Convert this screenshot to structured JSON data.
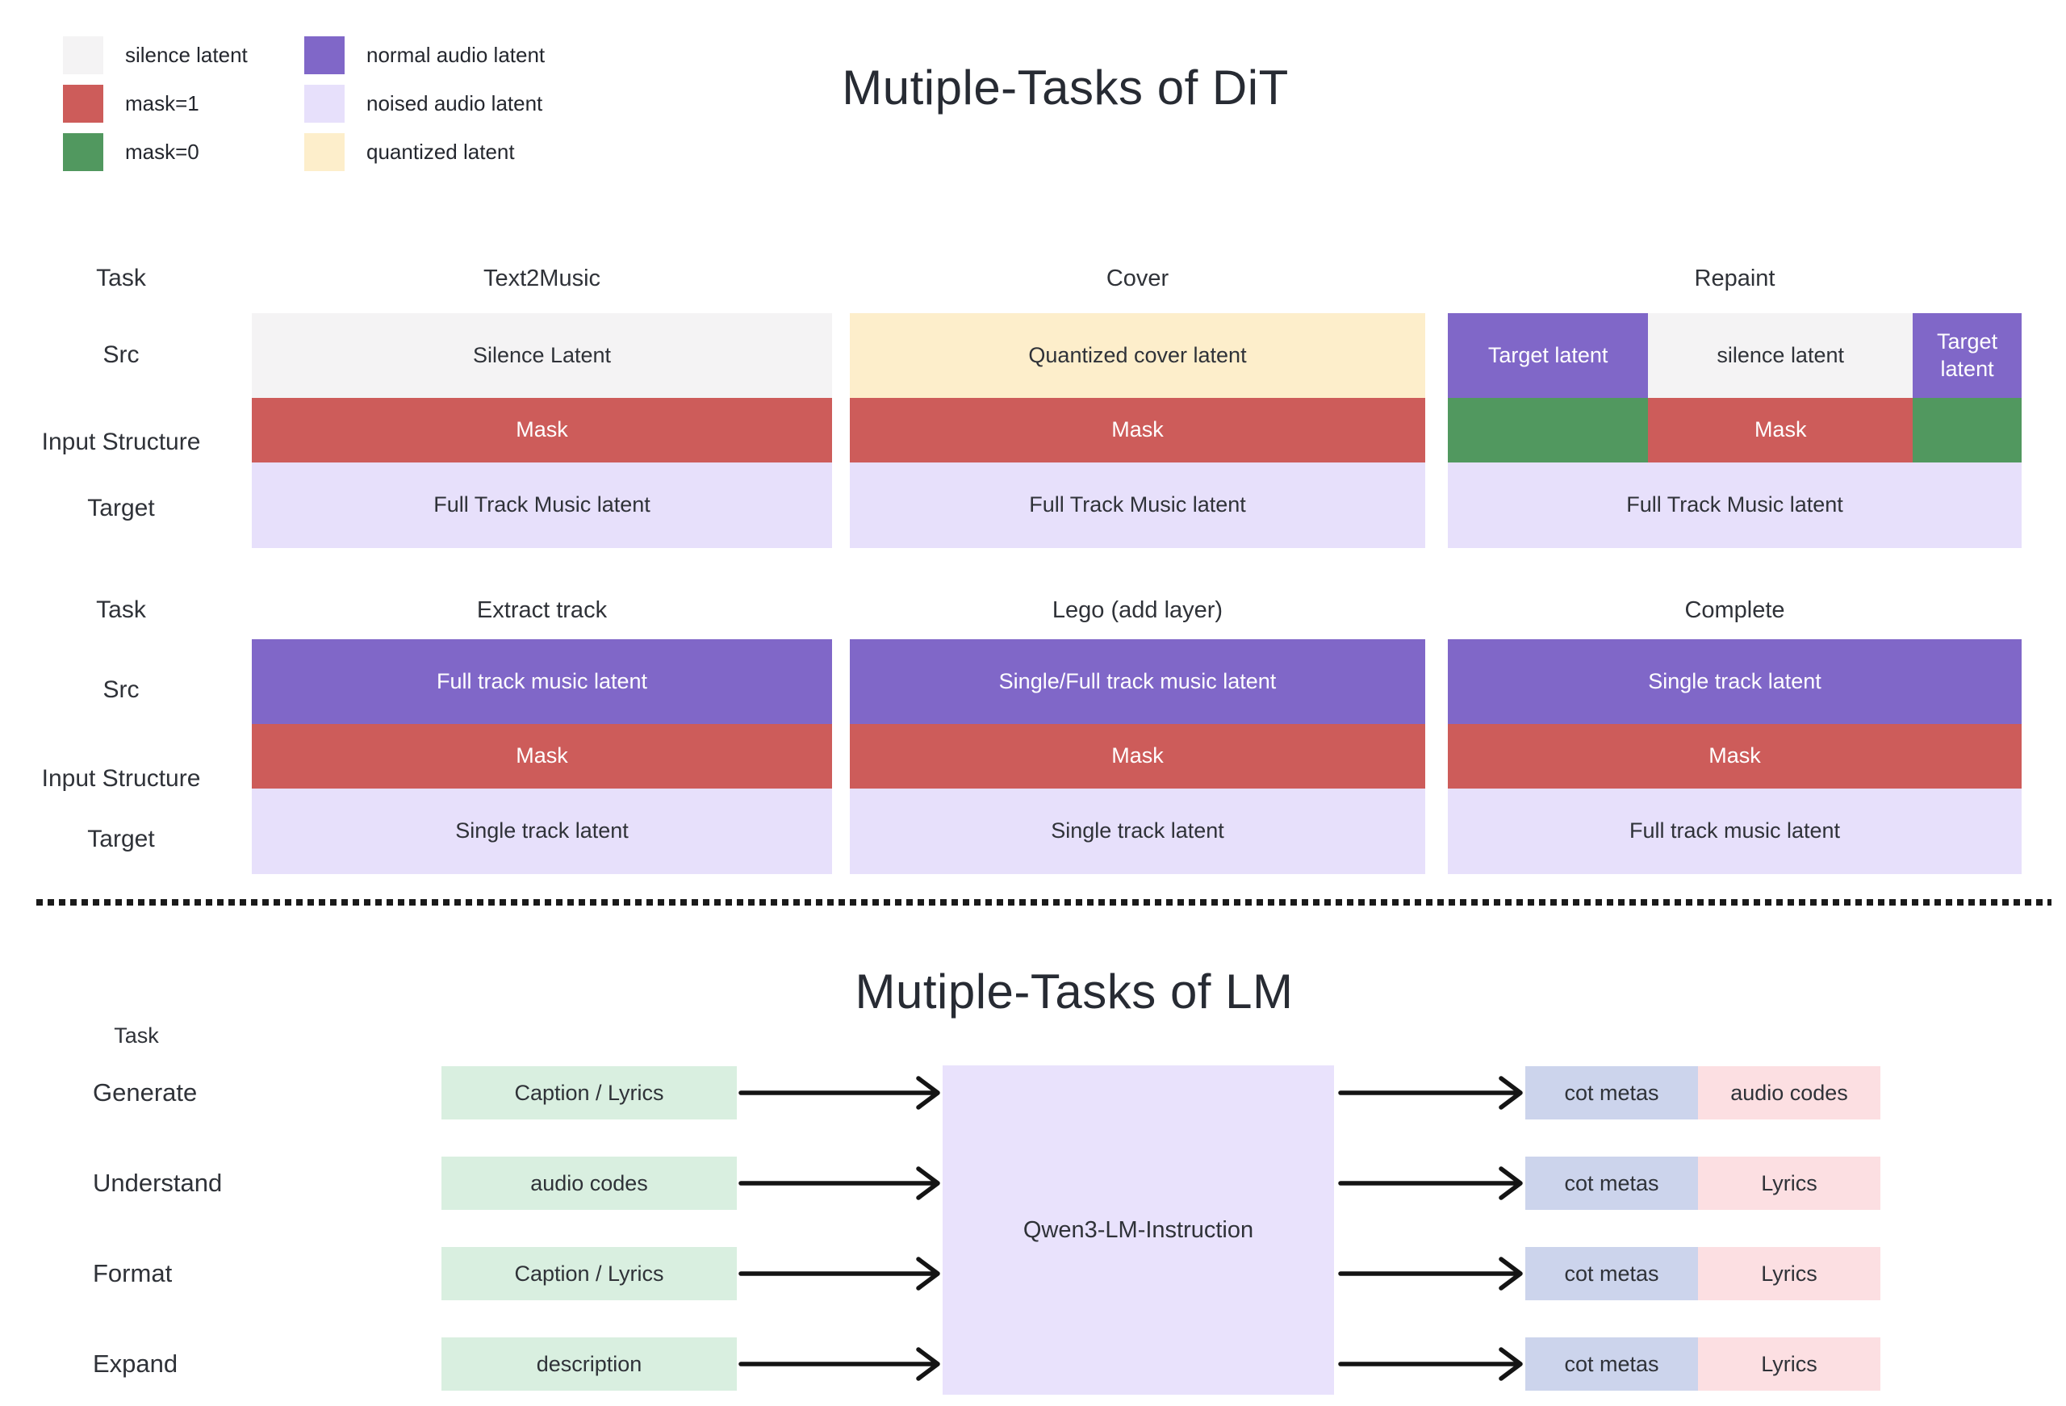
{
  "palette": {
    "silence": "#f4f3f4",
    "mask1": "#cd5c5a",
    "mask0": "#51985f",
    "normal": "#8067c8",
    "noised": "#e7e0fb",
    "quantized": "#fdeecb",
    "lm_input_green": "#d9efe0",
    "cot_blue": "#ccd4ec",
    "out_pink": "#fcdfe2",
    "lm_center": "#e9e2fc",
    "text_dark": "#2f3238",
    "text_light": "#ffffff",
    "arrow": "#141414"
  },
  "legend": {
    "columns": [
      [
        {
          "label": "silence latent",
          "color": "silence"
        },
        {
          "label": "mask=1",
          "color": "mask1"
        },
        {
          "label": "mask=0",
          "color": "mask0"
        }
      ],
      [
        {
          "label": "normal audio latent",
          "color": "normal"
        },
        {
          "label": "noised audio latent",
          "color": "noised"
        },
        {
          "label": "quantized latent",
          "color": "quantized"
        }
      ]
    ]
  },
  "dit": {
    "title": "Mutiple-Tasks of DiT",
    "row_labels": [
      "Task",
      "Src",
      "Input Structure",
      "Target"
    ],
    "groups": [
      {
        "tasks": [
          {
            "title": "Text2Music",
            "src": [
              {
                "text": "Silence Latent",
                "color": "silence",
                "flex": 1
              }
            ],
            "mask": [
              {
                "text": "Mask",
                "color": "mask1",
                "flex": 1
              }
            ],
            "target": [
              {
                "text": "Full Track Music latent",
                "color": "noised",
                "flex": 1
              }
            ]
          },
          {
            "title": "Cover",
            "src": [
              {
                "text": "Quantized cover latent",
                "color": "quantized",
                "flex": 1
              }
            ],
            "mask": [
              {
                "text": "Mask",
                "color": "mask1",
                "flex": 1
              }
            ],
            "target": [
              {
                "text": "Full Track Music latent",
                "color": "noised",
                "flex": 1
              }
            ]
          },
          {
            "title": "Repaint",
            "src": [
              {
                "text": "Target latent",
                "color": "normal",
                "flex": 0.35
              },
              {
                "text": "silence latent",
                "color": "silence",
                "flex": 0.468
              },
              {
                "text": "Target latent",
                "color": "normal",
                "flex": 0.182
              }
            ],
            "mask": [
              {
                "text": "",
                "color": "mask0",
                "flex": 0.35
              },
              {
                "text": "Mask",
                "color": "mask1",
                "flex": 0.468
              },
              {
                "text": "",
                "color": "mask0",
                "flex": 0.182
              }
            ],
            "target": [
              {
                "text": "Full Track Music latent",
                "color": "noised",
                "flex": 1
              }
            ]
          }
        ]
      },
      {
        "tasks": [
          {
            "title": "Extract track",
            "src": [
              {
                "text": "Full track music latent",
                "color": "normal",
                "flex": 1
              }
            ],
            "mask": [
              {
                "text": "Mask",
                "color": "mask1",
                "flex": 1
              }
            ],
            "target": [
              {
                "text": "Single track latent",
                "color": "noised",
                "flex": 1
              }
            ]
          },
          {
            "title": "Lego (add layer)",
            "src": [
              {
                "text": "Single/Full track music latent",
                "color": "normal",
                "flex": 1
              }
            ],
            "mask": [
              {
                "text": "Mask",
                "color": "mask1",
                "flex": 1
              }
            ],
            "target": [
              {
                "text": "Single track latent",
                "color": "noised",
                "flex": 1
              }
            ]
          },
          {
            "title": "Complete",
            "src": [
              {
                "text": "Single track latent",
                "color": "normal",
                "flex": 1
              }
            ],
            "mask": [
              {
                "text": "Mask",
                "color": "mask1",
                "flex": 1
              }
            ],
            "target": [
              {
                "text": "Full track music latent",
                "color": "noised",
                "flex": 1
              }
            ]
          }
        ]
      }
    ]
  },
  "lm": {
    "title": "Mutiple-Tasks of LM",
    "task_label": "Task",
    "center_box_label": "Qwen3-LM-Instruction",
    "rows": [
      {
        "label": "Generate",
        "input": "Caption / Lyrics",
        "out1": "cot metas",
        "out2": "audio codes"
      },
      {
        "label": "Understand",
        "input": "audio codes",
        "out1": "cot metas",
        "out2": "Lyrics"
      },
      {
        "label": "Format",
        "input": "Caption / Lyrics",
        "out1": "cot metas",
        "out2": "Lyrics"
      },
      {
        "label": "Expand",
        "input": "description",
        "out1": "cot metas",
        "out2": "Lyrics"
      }
    ]
  }
}
